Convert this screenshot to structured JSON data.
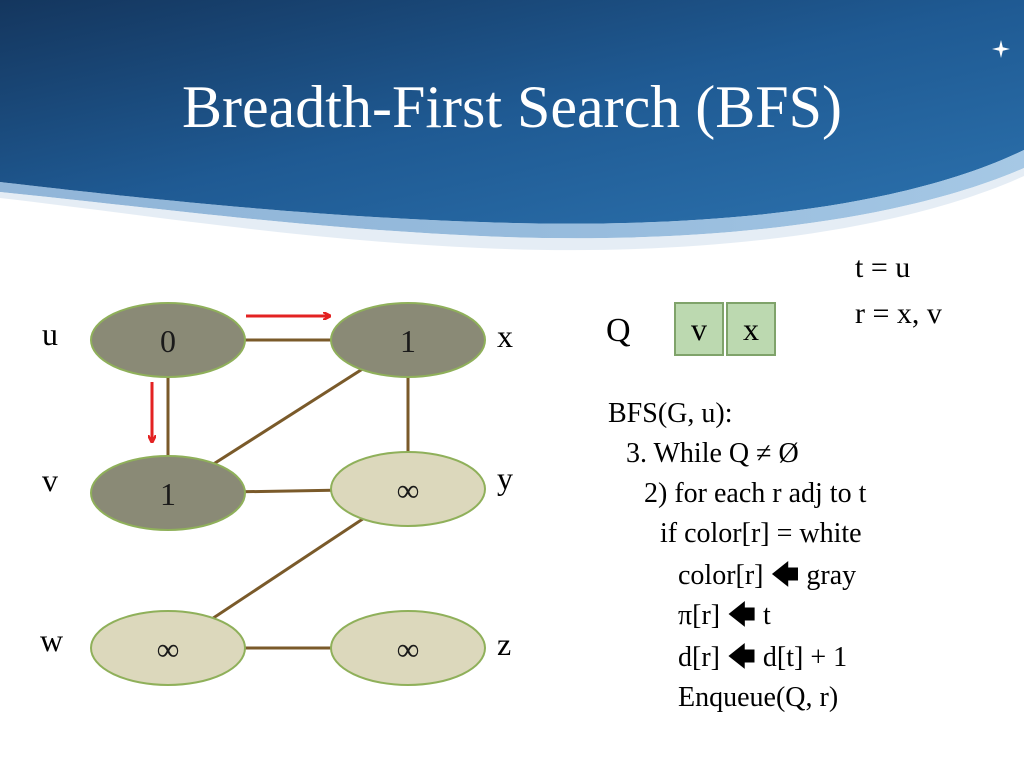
{
  "slide": {
    "title": "Breadth-First Search (BFS)"
  },
  "graph": {
    "nodes": [
      {
        "id": "u",
        "label": "u",
        "value": "0",
        "state": "gray"
      },
      {
        "id": "x",
        "label": "x",
        "value": "1",
        "state": "gray"
      },
      {
        "id": "v",
        "label": "v",
        "value": "1",
        "state": "gray"
      },
      {
        "id": "y",
        "label": "y",
        "value": "∞",
        "state": "white"
      },
      {
        "id": "w",
        "label": "w",
        "value": "∞",
        "state": "white"
      },
      {
        "id": "z",
        "label": "z",
        "value": "∞",
        "state": "white"
      }
    ],
    "edges": [
      [
        "u",
        "x"
      ],
      [
        "u",
        "v"
      ],
      [
        "v",
        "x"
      ],
      [
        "x",
        "y"
      ],
      [
        "v",
        "y"
      ],
      [
        "y",
        "w"
      ],
      [
        "w",
        "z"
      ]
    ],
    "colors": {
      "gray": "#8a8a76",
      "white": "#dcd8bc",
      "node_border": "#8fb05a",
      "edge": "#7a5a2a",
      "arrow": "#e32222"
    }
  },
  "queue": {
    "label": "Q",
    "items": [
      "v",
      "x"
    ]
  },
  "vars": [
    "t = u",
    "r = x, v"
  ],
  "code": [
    "BFS(G, u):",
    "3. While Q ≠ Ø",
    "2) for each r adj to t",
    "if color[r] = white",
    "color[r] 🡄 gray",
    "π[r] 🡄 t",
    "d[r] 🡄 d[t] + 1",
    "Enqueue(Q, r)"
  ]
}
